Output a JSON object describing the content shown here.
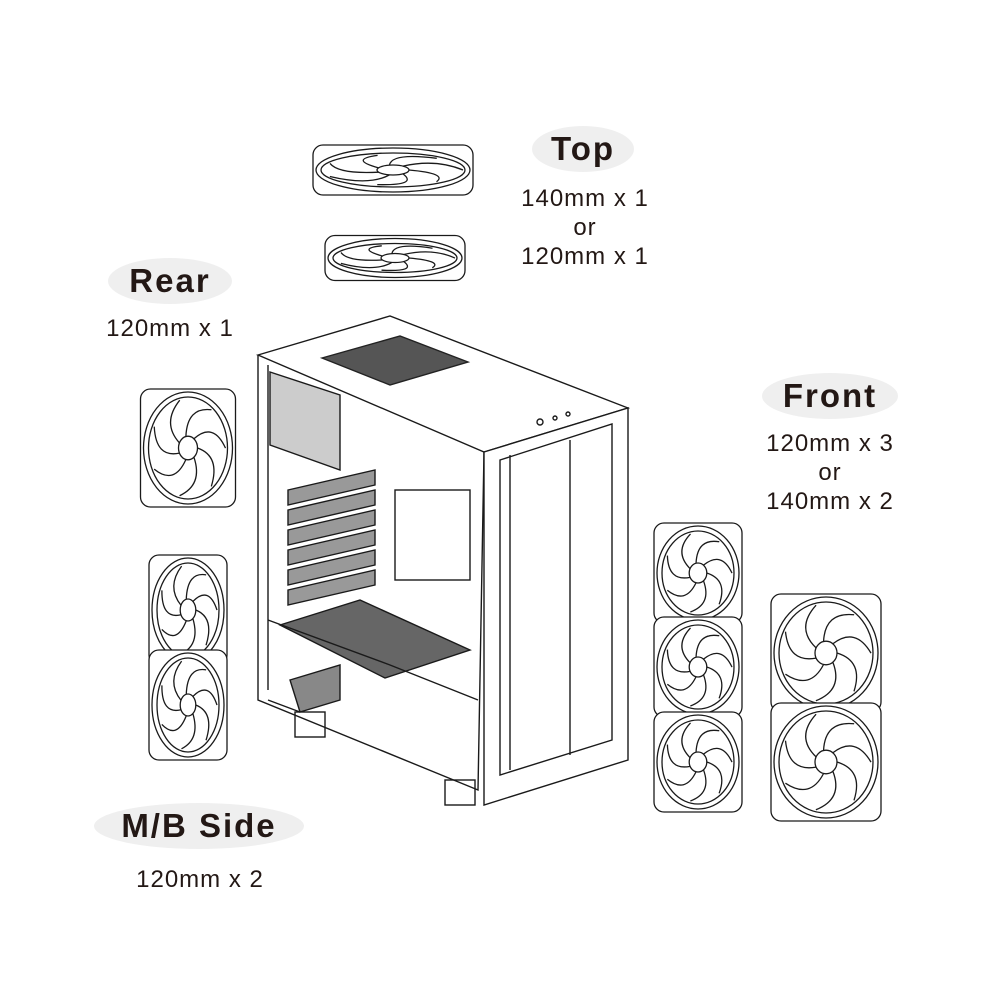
{
  "labels": {
    "top": {
      "title": "Top",
      "lines": [
        "140mm x 1",
        "or",
        "120mm x 1"
      ]
    },
    "rear": {
      "title": "Rear",
      "lines": [
        "120mm x 1"
      ]
    },
    "front": {
      "title": "Front",
      "lines": [
        "120mm x 3",
        "or",
        "140mm x 2"
      ]
    },
    "mb_side": {
      "title": "M/B Side",
      "lines": [
        "120mm x 2"
      ]
    }
  },
  "colors": {
    "text": "#231815",
    "pill": "#efefef",
    "line": "#1a1a1a"
  }
}
